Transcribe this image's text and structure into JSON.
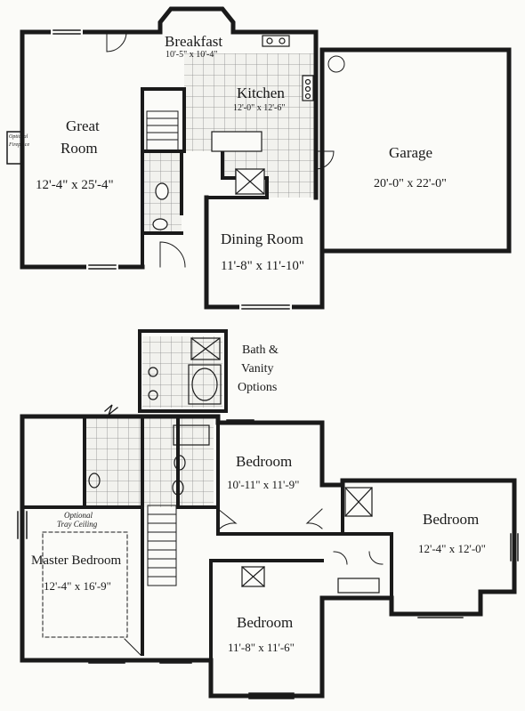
{
  "first_floor": {
    "breakfast": {
      "name": "Breakfast",
      "dims": "10'-5\" x 10'-4\""
    },
    "kitchen": {
      "name": "Kitchen",
      "dims": "12'-0\" x 12'-6\""
    },
    "great_room": {
      "name_line1": "Great",
      "name_line2": "Room",
      "dims": "12'-4\" x 25'-4\""
    },
    "garage": {
      "name": "Garage",
      "dims": "20'-0\" x 22'-0\""
    },
    "dining_room": {
      "name": "Dining Room",
      "dims": "11'-8\" x 11'-10\""
    },
    "fireplace": {
      "label_line1": "Optional",
      "label_line2": "Fireplace"
    }
  },
  "second_floor": {
    "bath_options": {
      "line1": "Bath &",
      "line2": "Vanity",
      "line3": "Options"
    },
    "bedroom_2": {
      "name": "Bedroom",
      "dims": "10'-11\" x 11'-9\""
    },
    "bedroom_3": {
      "name": "Bedroom",
      "dims": "12'-4\" x 12'-0\""
    },
    "bedroom_4": {
      "name": "Bedroom",
      "dims": "11'-8\" x 11'-6\""
    },
    "master_bedroom": {
      "name": "Master Bedroom",
      "dims": "12'-4\" x 16'-9\""
    },
    "tray_ceiling": {
      "line1": "Optional",
      "line2": "Tray Ceiling"
    }
  },
  "colors": {
    "wall": "#1a1a1a",
    "background": "#fbfbf8",
    "tile": "#8a8a8a"
  }
}
